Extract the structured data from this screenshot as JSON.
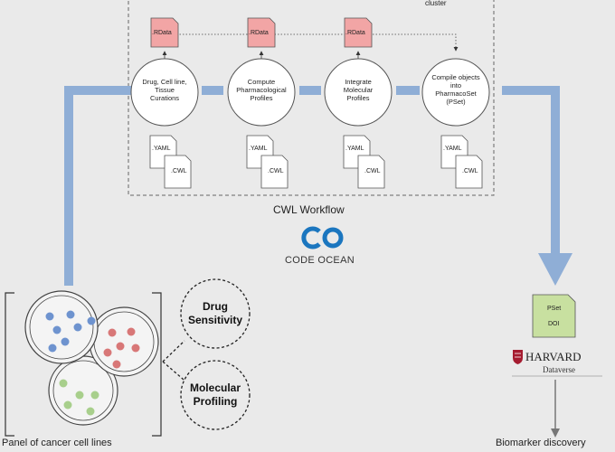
{
  "cluster_label": "cluster",
  "rdata_labels": [
    ".RData",
    ".RData",
    ".RData"
  ],
  "steps": [
    {
      "text": "Drug, Cell line, Tissue Curations"
    },
    {
      "text": "Compute Pharmacological Profiles"
    },
    {
      "text": "Integrate Molecular Profiles"
    },
    {
      "text": "Compile objects into PharmacoSet (PSet)"
    }
  ],
  "yaml_label": ".YAML",
  "cwl_label": ".CWL",
  "workflow_title": "CWL Workflow",
  "code_ocean": "CODE OCEAN",
  "bubbles": [
    {
      "text": "Drug Sensitivity"
    },
    {
      "text": "Molecular Profiling"
    }
  ],
  "panel_caption": "Panel of cancer cell lines",
  "pset_doc": {
    "line1": "PSet",
    "line2": "DOI"
  },
  "harvard": {
    "name": "HARVARD",
    "sub": "Dataverse"
  },
  "biomarker_caption": "Biomarker discovery",
  "colors": {
    "arrow_blue": "#8faed6",
    "rdata_fill": "#f2a5a5",
    "pset_fill": "#c8e0a0",
    "dish_blue": "#6e93cf",
    "dish_red": "#d87777",
    "dish_green": "#a8cf8c",
    "harvard_red": "#a51c30",
    "codeocean_blue": "#1b76bf"
  }
}
